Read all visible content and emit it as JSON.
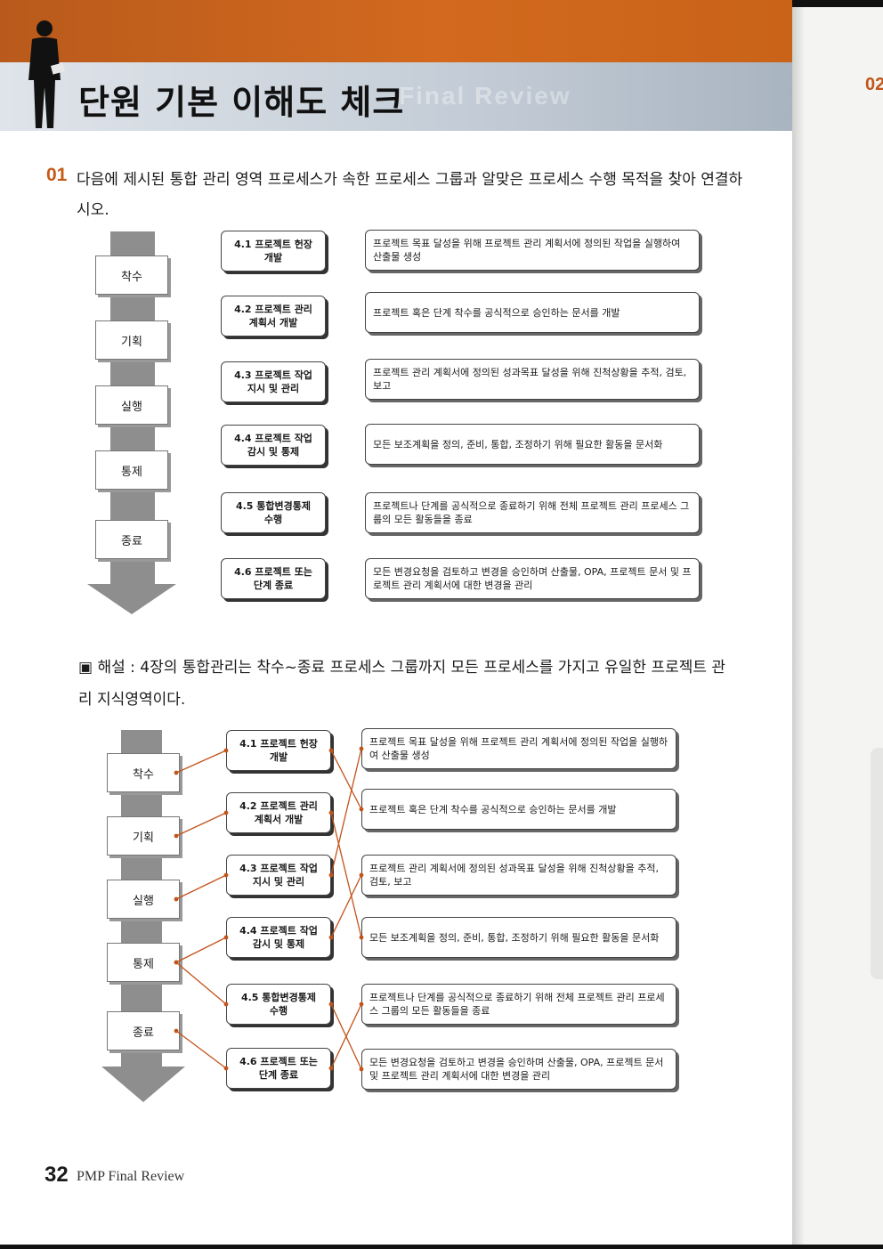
{
  "header": {
    "title": "단원 기본 이해도 체크",
    "ghost_text": "Final Review"
  },
  "right_page": {
    "number_fragment": "02"
  },
  "question": {
    "number": "01",
    "text": "다음에 제시된 통합 관리 영역 프로세스가 속한 프로세스 그룹과 알맞은 프로세스 수행 목적을 찾아 연결하시오."
  },
  "phases": [
    "착수",
    "기획",
    "실행",
    "통제",
    "종료"
  ],
  "processes": [
    "4.1 프로젝트 헌장\n개발",
    "4.2 프로젝트 관리\n계획서 개발",
    "4.3 프로젝트 작업\n지시 및 관리",
    "4.4 프로젝트 작업\n감시 및 통제",
    "4.5 통합변경통제\n수행",
    "4.6 프로젝트 또는\n단계 종료"
  ],
  "descriptions": [
    "프로젝트 목표 달성을 위해 프로젝트 관리 계획서에 정의된 작업을 실행하여 산출물 생성",
    "프로젝트 혹은 단계 착수를 공식적으로 승인하는 문서를 개발",
    "프로젝트 관리 계획서에 정의된 성과목표 달성을 위해 진척상황을 추적, 검토, 보고",
    "모든 보조계획을 정의, 준비, 통합, 조정하기 위해 필요한 활동을 문서화",
    "프로젝트나 단계를 공식적으로 종료하기 위해 전체 프로젝트 관리 프로세스 그룹의 모든 활동들을 종료",
    "모든 변경요청을 검토하고 변경을 승인하며 산출물, OPA, 프로젝트 문서 및 프로젝트 관리 계획서에 대한 변경을 관리"
  ],
  "explanation": {
    "marker": "▣",
    "text": "해설 : 4장의 통합관리는 착수~종료 프로세스 그룹까지 모든 프로세스를 가지고 유일한 프로젝트 관리 지식영역이다."
  },
  "answer_links": {
    "phase_to_process": [
      [
        0,
        0
      ],
      [
        1,
        1
      ],
      [
        2,
        2
      ],
      [
        3,
        3
      ],
      [
        3,
        4
      ],
      [
        4,
        5
      ]
    ],
    "process_to_description": [
      [
        0,
        1
      ],
      [
        1,
        3
      ],
      [
        2,
        0
      ],
      [
        3,
        2
      ],
      [
        4,
        5
      ],
      [
        5,
        4
      ]
    ]
  },
  "footer": {
    "page_number": "32",
    "book_title": "PMP Final Review"
  },
  "colors": {
    "accent": "#c55a17",
    "link_line": "#c2541a",
    "header_orange": "#d2691e"
  }
}
